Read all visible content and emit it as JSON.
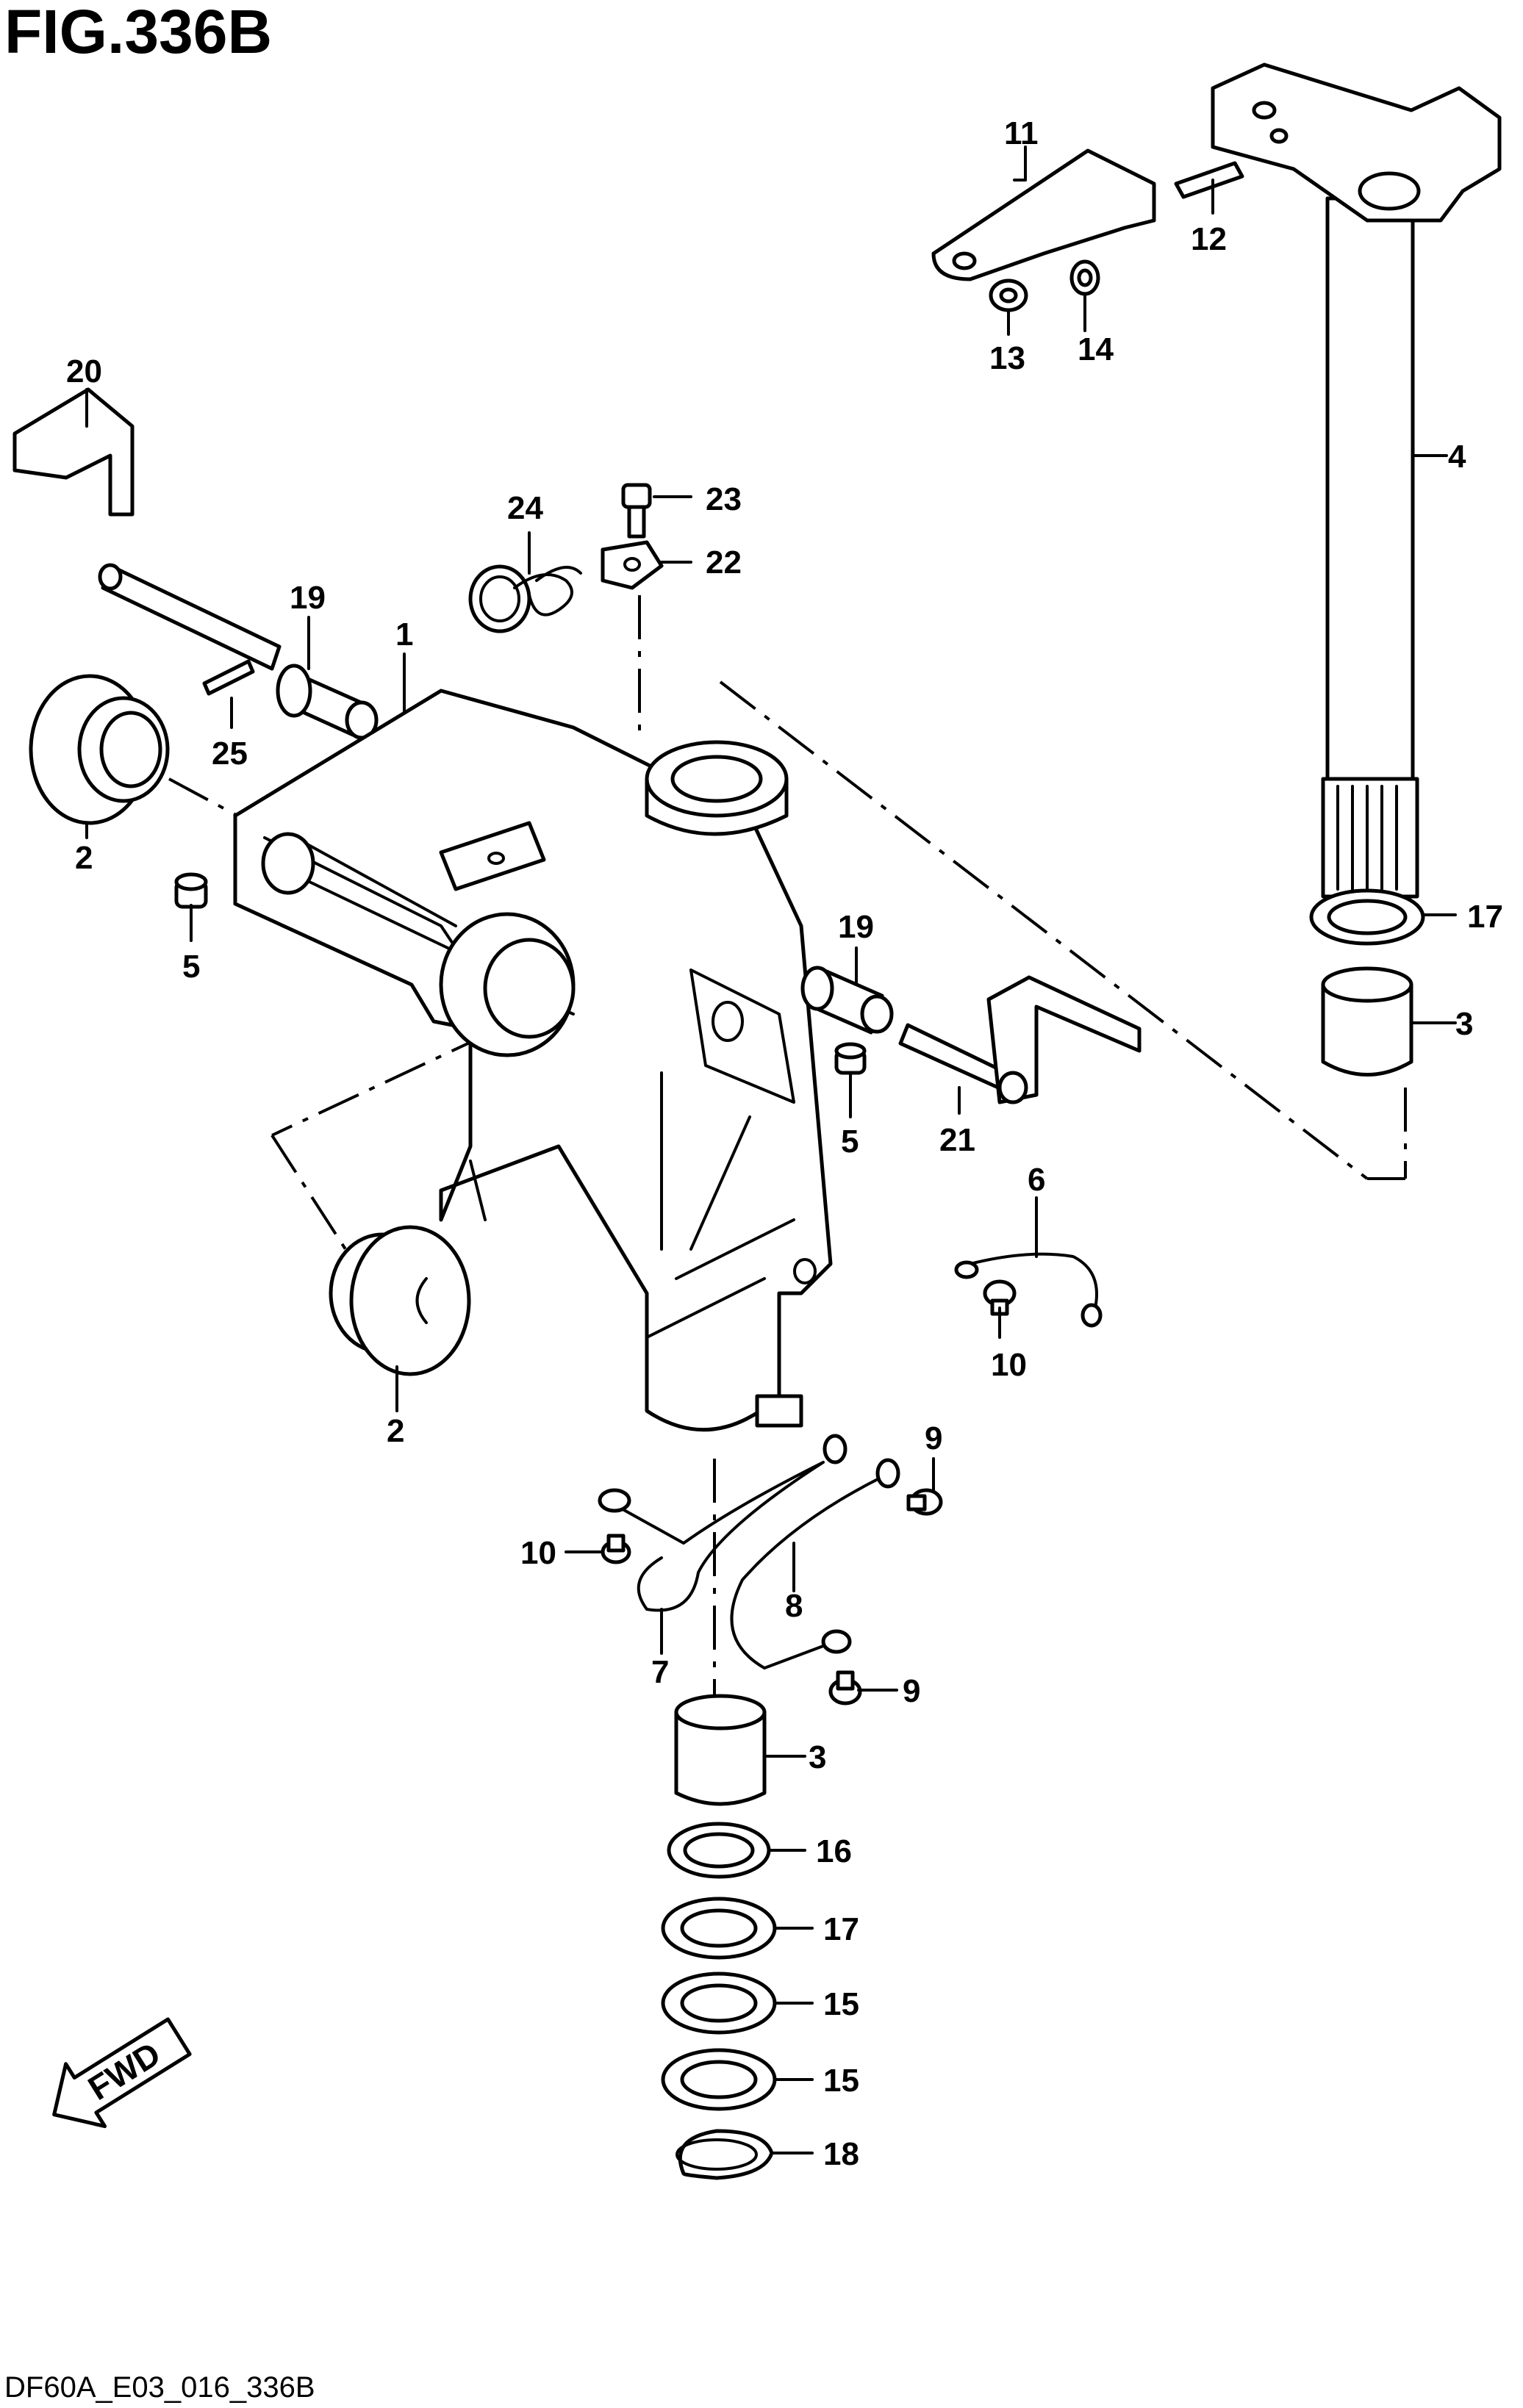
{
  "figure": {
    "title": "FIG.336B",
    "footer_code": "DF60A_E03_016_336B",
    "direction_label": "FWD"
  },
  "callouts": {
    "c1": "1",
    "c2a": "2",
    "c2b": "2",
    "c3a": "3",
    "c3b": "3",
    "c4": "4",
    "c5a": "5",
    "c5b": "5",
    "c6": "6",
    "c7": "7",
    "c8": "8",
    "c9a": "9",
    "c9b": "9",
    "c10a": "10",
    "c10b": "10",
    "c11": "11",
    "c12": "12",
    "c13": "13",
    "c14": "14",
    "c15a": "15",
    "c15b": "15",
    "c16": "16",
    "c17a": "17",
    "c17b": "17",
    "c18": "18",
    "c19a": "19",
    "c19b": "19",
    "c20": "20",
    "c21": "21",
    "c22": "22",
    "c23": "23",
    "c24": "24",
    "c25": "25"
  },
  "icons": [
    "fwd-arrow-icon"
  ]
}
